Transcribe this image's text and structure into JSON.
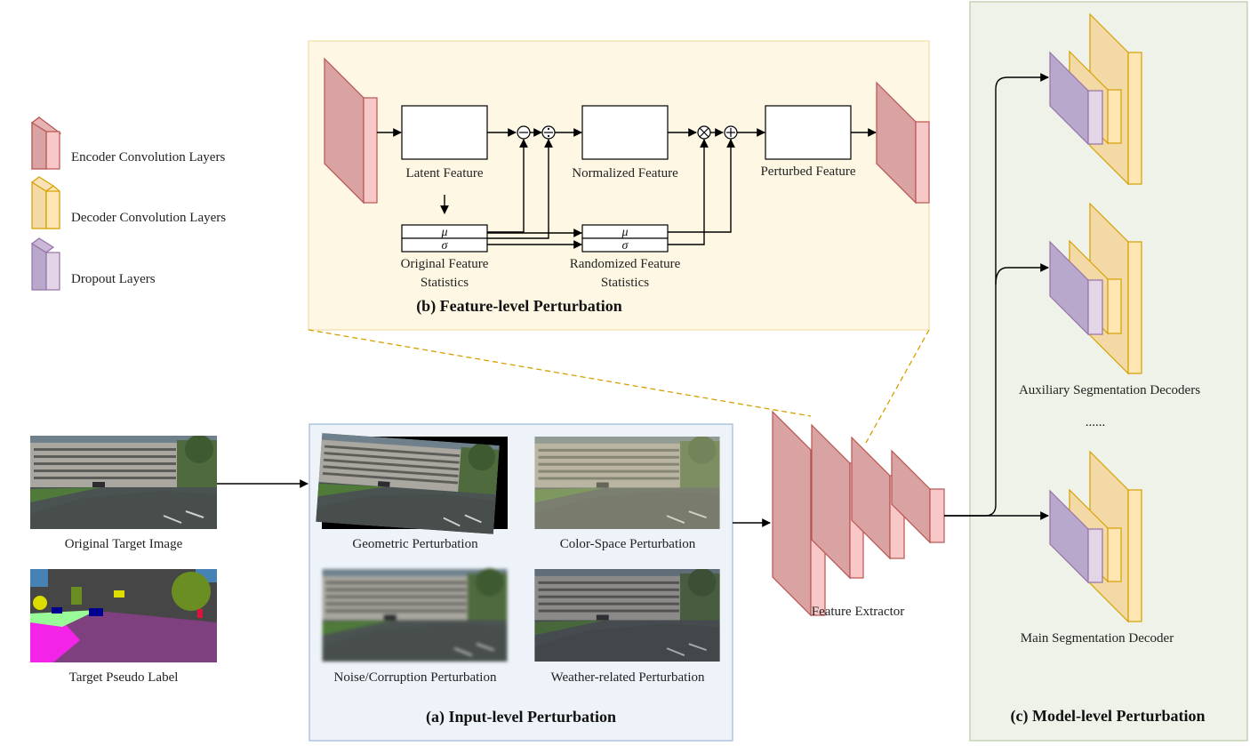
{
  "legend": {
    "items": [
      {
        "label": "Encoder Convolution Layers",
        "color": "#dca8a8"
      },
      {
        "label": "Decoder Convolution Layers",
        "color": "#fbe0b0"
      },
      {
        "label": "Dropout Layers",
        "color": "#c9b8d8"
      }
    ]
  },
  "feature_panel": {
    "title": "(b) Feature-level Perturbation",
    "latent_label": "Latent Feature",
    "normalized_label": "Normalized Feature",
    "perturbed_label": "Perturbed Feature",
    "original_stats_line1": "Original Feature",
    "original_stats_line2": "Statistics",
    "randomized_stats_line1": "Randomized Feature",
    "randomized_stats_line2": "Statistics",
    "mu": "μ",
    "sigma": "σ"
  },
  "input_panel": {
    "title": "(a) Input-level Perturbation",
    "images": [
      {
        "label": "Geometric Perturbation"
      },
      {
        "label": "Color-Space Perturbation"
      },
      {
        "label": "Noise/Corruption Perturbation"
      },
      {
        "label": "Weather-related Perturbation"
      }
    ]
  },
  "source": {
    "original_label": "Original Target Image",
    "pseudo_label": "Target Pseudo Label"
  },
  "extractor": {
    "label": "Feature Extractor"
  },
  "model_panel": {
    "title": "(c) Model-level Perturbation",
    "aux_label": "Auxiliary Segmentation Decoders",
    "ellipsis": "......",
    "main_label": "Main Segmentation Decoder"
  },
  "colors": {
    "encoder_front": "#f8c8c8",
    "encoder_side": "#d9a3a3",
    "encoder_stroke": "#b85450",
    "decoder_front": "#ffe6b3",
    "decoder_side": "#f3d9a6",
    "decoder_stroke": "#d6a000",
    "dropout_front": "#e1d5e7",
    "dropout_side": "#b8a8cc",
    "dropout_stroke": "#9673a6",
    "panel_yellow": "#fdf7e3",
    "panel_blue": "#eef3f9",
    "panel_green": "#eef2e8"
  }
}
